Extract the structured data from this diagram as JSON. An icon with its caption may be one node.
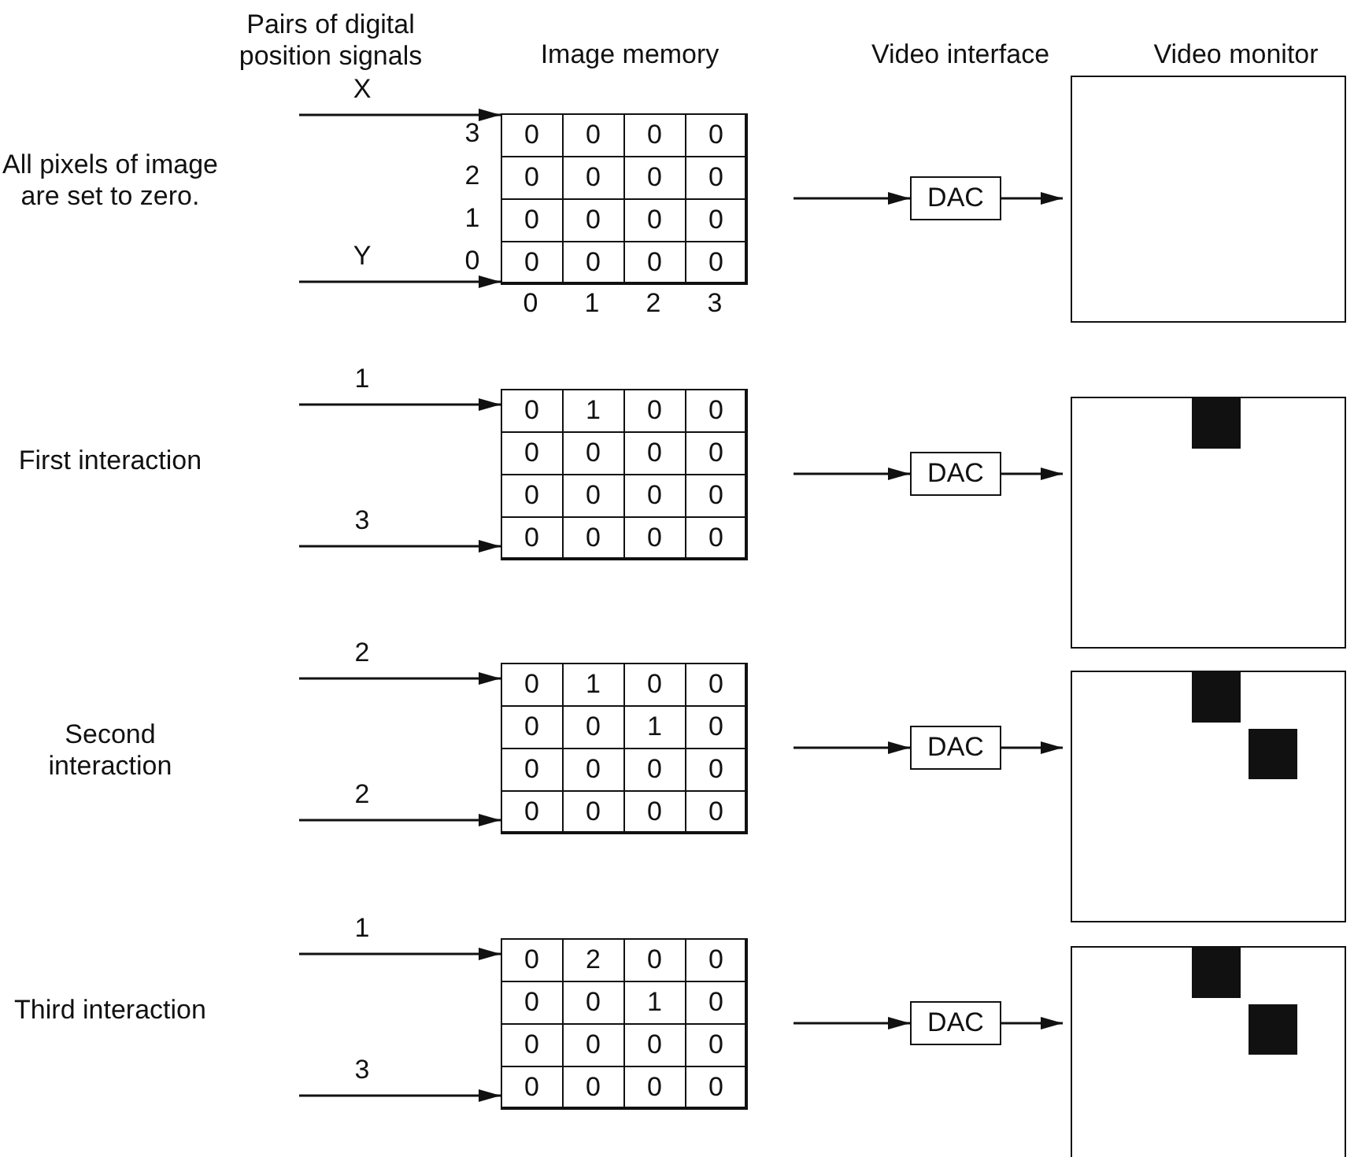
{
  "diagram": {
    "nodes": [
      {
        "text": [
          "0",
          "0",
          "0",
          "0",
          "0",
          "0",
          "0",
          "0",
          "0",
          "0",
          "0",
          "0",
          "0",
          "0",
          "0",
          "0"
        ]
      },
      {
        "text": [
          "DAC"
        ]
      },
      {
        "text": [],
        "shape": "box"
      },
      {
        "text": [
          "0",
          "1",
          "0",
          "0",
          "0",
          "0",
          "0",
          "0",
          "0",
          "0",
          "0",
          "0",
          "0",
          "0",
          "0",
          "0"
        ]
      },
      {
        "text": [
          "DAC"
        ]
      },
      {
        "text": [],
        "shape": "box"
      },
      {
        "text": [
          "0",
          "1",
          "0",
          "0",
          "0",
          "0",
          "1",
          "0",
          "0",
          "0",
          "0",
          "0",
          "0",
          "0",
          "0",
          "0"
        ]
      },
      {
        "text": [
          "DAC"
        ]
      },
      {
        "text": [],
        "shape": "box"
      },
      {
        "text": [
          "0",
          "2",
          "0",
          "0",
          "0",
          "0",
          "1",
          "0",
          "0",
          "0",
          "0",
          "0",
          "0",
          "0",
          "0",
          "0"
        ]
      },
      {
        "text": [
          "DAC"
        ]
      },
      {
        "text": [],
        "shape": "box"
      }
    ],
    "edges": [
      {
        "from": null,
        "to": 0,
        "arrow": "to",
        "label": "X"
      },
      {
        "from": null,
        "to": 0,
        "arrow": "to",
        "label": "Y"
      },
      {
        "from": 0,
        "to": 1,
        "arrow": "to"
      },
      {
        "from": 1,
        "to": 2,
        "arrow": "to"
      },
      {
        "from": null,
        "to": 3,
        "arrow": "to",
        "label": "1"
      },
      {
        "from": null,
        "to": 3,
        "arrow": "to",
        "label": "3"
      },
      {
        "from": 3,
        "to": 4,
        "arrow": "to"
      },
      {
        "from": 4,
        "to": 5,
        "arrow": "to"
      },
      {
        "from": null,
        "to": 6,
        "arrow": "to",
        "label": "2"
      },
      {
        "from": null,
        "to": 6,
        "arrow": "to",
        "label": "2"
      },
      {
        "from": 6,
        "to": 7,
        "arrow": "to"
      },
      {
        "from": 7,
        "to": 8,
        "arrow": "to"
      },
      {
        "from": null,
        "to": 9,
        "arrow": "to",
        "label": "1"
      },
      {
        "from": null,
        "to": 9,
        "arrow": "to",
        "label": "3"
      },
      {
        "from": 9,
        "to": 10,
        "arrow": "to"
      },
      {
        "from": 10,
        "to": 11,
        "arrow": "to"
      }
    ],
    "labels": [
      "Pairs of digital position signals",
      "Image memory",
      "Video interface",
      "Video monitor",
      "All pixels of image are set to zero.",
      "3",
      "2",
      "1",
      "0",
      "0",
      "1",
      "2",
      "3",
      "First interaction",
      "Second interaction",
      "Third interaction"
    ]
  }
}
